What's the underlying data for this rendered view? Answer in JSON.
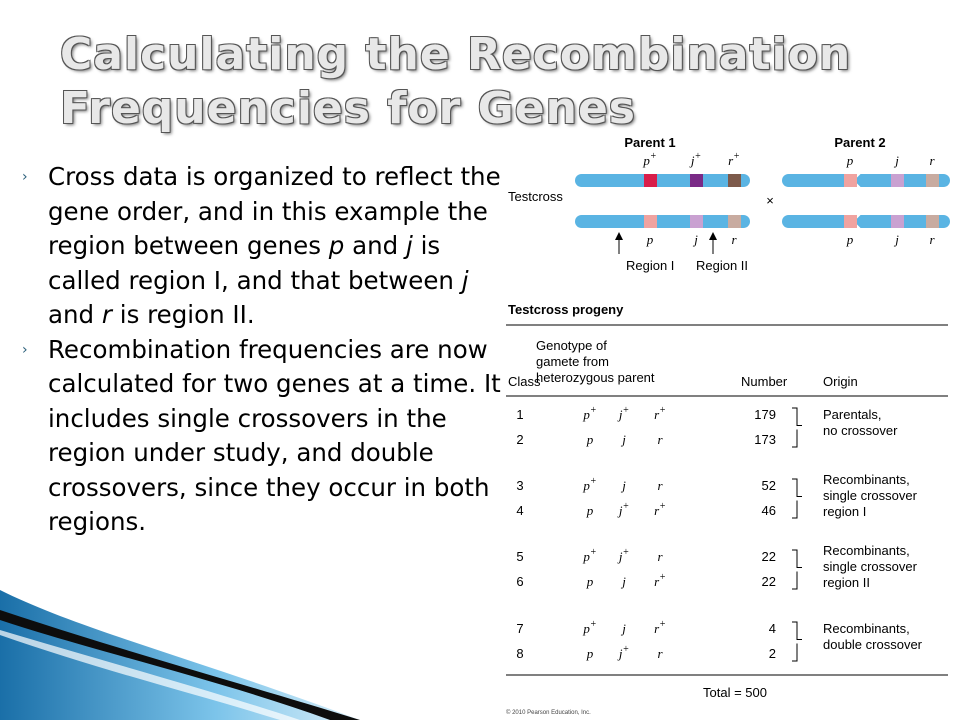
{
  "slide": {
    "title_line1": "Calculating the Recombination",
    "title_line2": "Frequencies for Genes",
    "bullets": [
      {
        "pre1": "Cross data is organized to reflect the gene order, and in this example the region between genes ",
        "g1": "p",
        "mid1": " and ",
        "g2": "j",
        "mid2": " is called region I, and that between ",
        "g3": "j",
        "mid3": " and ",
        "g4": "r",
        "post": " is region II."
      },
      {
        "text": "Recombination frequencies are now calculated for two genes at a time. It includes single crossovers in the region under study, and double crossovers, since they occur in both regions."
      }
    ],
    "bullet_marker": "›",
    "accent_color": "#2b8fc1"
  },
  "figure": {
    "parent1_label": "Parent 1",
    "parent2_label": "Parent 2",
    "testcross_label": "Testcross",
    "cross_symbol": "×",
    "p1_top_genes": [
      "p+",
      "j+",
      "r+"
    ],
    "p1_bottom_genes": [
      "p",
      "j",
      "r"
    ],
    "p2_top_genes": [
      "p",
      "j",
      "r"
    ],
    "p2_bottom_genes": [
      "p",
      "j",
      "r"
    ],
    "region1_label": "Region I",
    "region2_label": "Region II",
    "progeny_heading": "Testcross progeny",
    "col_class": "Class",
    "col_genotype": [
      "Genotype of",
      "gamete from",
      "heterozygous parent"
    ],
    "col_number": "Number",
    "col_origin": "Origin",
    "rows": [
      {
        "cls": "1",
        "g": [
          "p+",
          "j+",
          "r+"
        ],
        "num": "179"
      },
      {
        "cls": "2",
        "g": [
          "p",
          "j",
          "r"
        ],
        "num": "173"
      },
      {
        "cls": "3",
        "g": [
          "p+",
          "j",
          "r"
        ],
        "num": "52"
      },
      {
        "cls": "4",
        "g": [
          "p",
          "j+",
          "r+"
        ],
        "num": "46"
      },
      {
        "cls": "5",
        "g": [
          "p+",
          "j+",
          "r"
        ],
        "num": "22"
      },
      {
        "cls": "6",
        "g": [
          "p",
          "j",
          "r+"
        ],
        "num": "22"
      },
      {
        "cls": "7",
        "g": [
          "p+",
          "j",
          "r+"
        ],
        "num": "4"
      },
      {
        "cls": "8",
        "g": [
          "p",
          "j+",
          "r"
        ],
        "num": "2"
      }
    ],
    "origins": [
      [
        "Parentals,",
        "no crossover"
      ],
      [
        "Recombinants,",
        "single crossover",
        "region I"
      ],
      [
        "Recombinants,",
        "single crossover",
        "region II"
      ],
      [
        "Recombinants,",
        "double crossover"
      ]
    ],
    "total_label": "Total = 500",
    "copyright": "© 2010 Pearson Education, Inc.",
    "colors": {
      "chromosome": "#5ab4e3",
      "chromosome_dark": "#2f86bd",
      "p_plus": "#d81e4a",
      "j_plus": "#7a2a86",
      "r_plus": "#7d5a4b",
      "p": "#f0a3a0",
      "j": "#c9a1d1",
      "r": "#c8aba0"
    }
  }
}
